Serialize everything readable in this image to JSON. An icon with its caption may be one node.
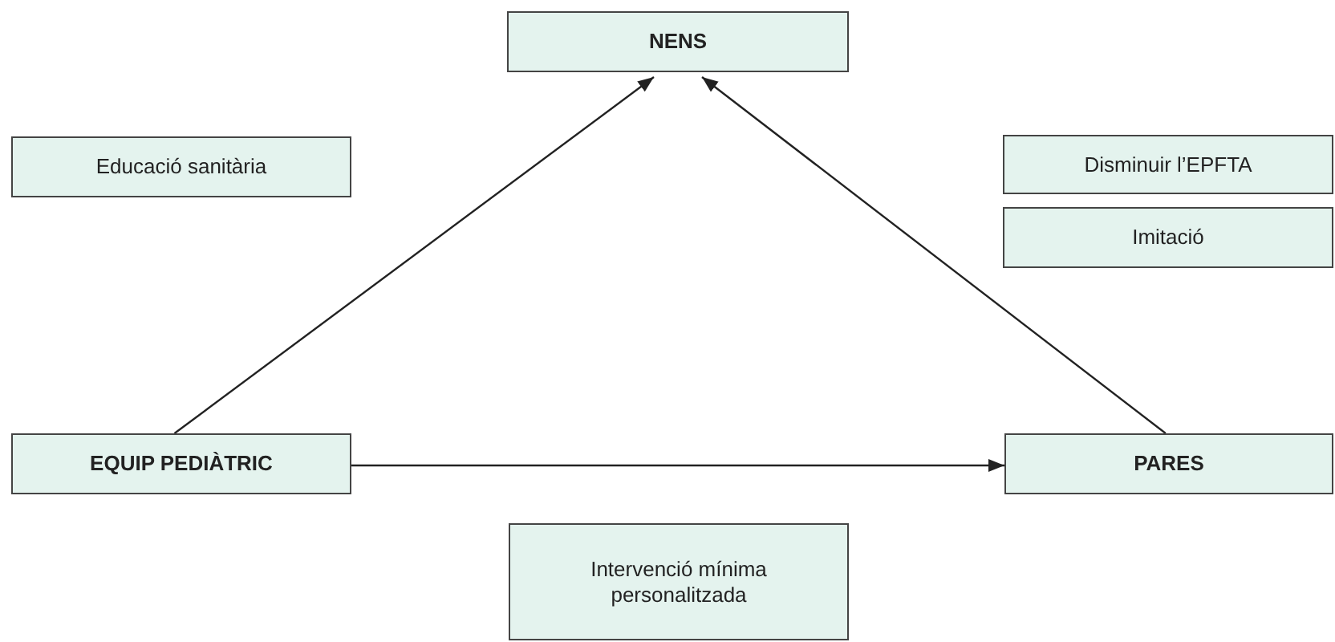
{
  "diagram": {
    "nodes": [
      {
        "text": [
          "NENS"
        ]
      },
      {
        "text": [
          "Educació sanitària"
        ]
      },
      {
        "text": [
          "Disminuir l’EPFTA"
        ]
      },
      {
        "text": [
          "Imitació"
        ]
      },
      {
        "text": [
          "EQUIP PEDIÀTRIC"
        ]
      },
      {
        "text": [
          "PARES"
        ]
      },
      {
        "text": [
          "Intervenció mínima personalitzada"
        ]
      }
    ],
    "edges": [
      {
        "from": 4,
        "to": 0,
        "arrow": "to"
      },
      {
        "from": 5,
        "to": 0,
        "arrow": "to"
      },
      {
        "from": 4,
        "to": 5,
        "arrow": "to"
      }
    ]
  }
}
